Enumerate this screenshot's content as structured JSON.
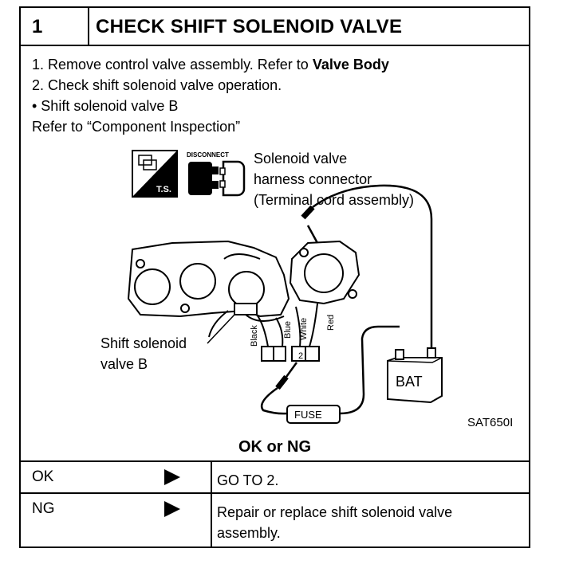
{
  "step": {
    "number": "1",
    "title": "CHECK SHIFT SOLENOID VALVE"
  },
  "instructions": {
    "line1_prefix": "1.  Remove control valve assembly. Refer to ",
    "line1_bold": "Valve Body",
    "line2": "2.  Check shift solenoid valve operation.",
    "line3": "•  Shift solenoid valve B",
    "line4": "Refer to “Component Inspection”"
  },
  "diagram": {
    "ts_label": "T.S.",
    "disconnect_label": "DISCONNECT",
    "connector_caption_1": "Solenoid valve",
    "connector_caption_2": "harness connector",
    "connector_caption_3": "(Terminal cord assembly)",
    "valve_label_1": "Shift solenoid",
    "valve_label_2": "valve  B",
    "wire_black": "Black",
    "wire_blue": "Blue",
    "wire_white": "White",
    "wire_red": "Red",
    "terminal_num": "2",
    "battery_label": "BAT",
    "fuse_label": "FUSE",
    "figure_code": "SAT650I"
  },
  "result_question": "OK or NG",
  "results": [
    {
      "label": "OK",
      "action": "GO TO 2."
    },
    {
      "label": "NG",
      "action_line1": "Repair or replace shift solenoid valve",
      "action_line2": "assembly."
    }
  ]
}
